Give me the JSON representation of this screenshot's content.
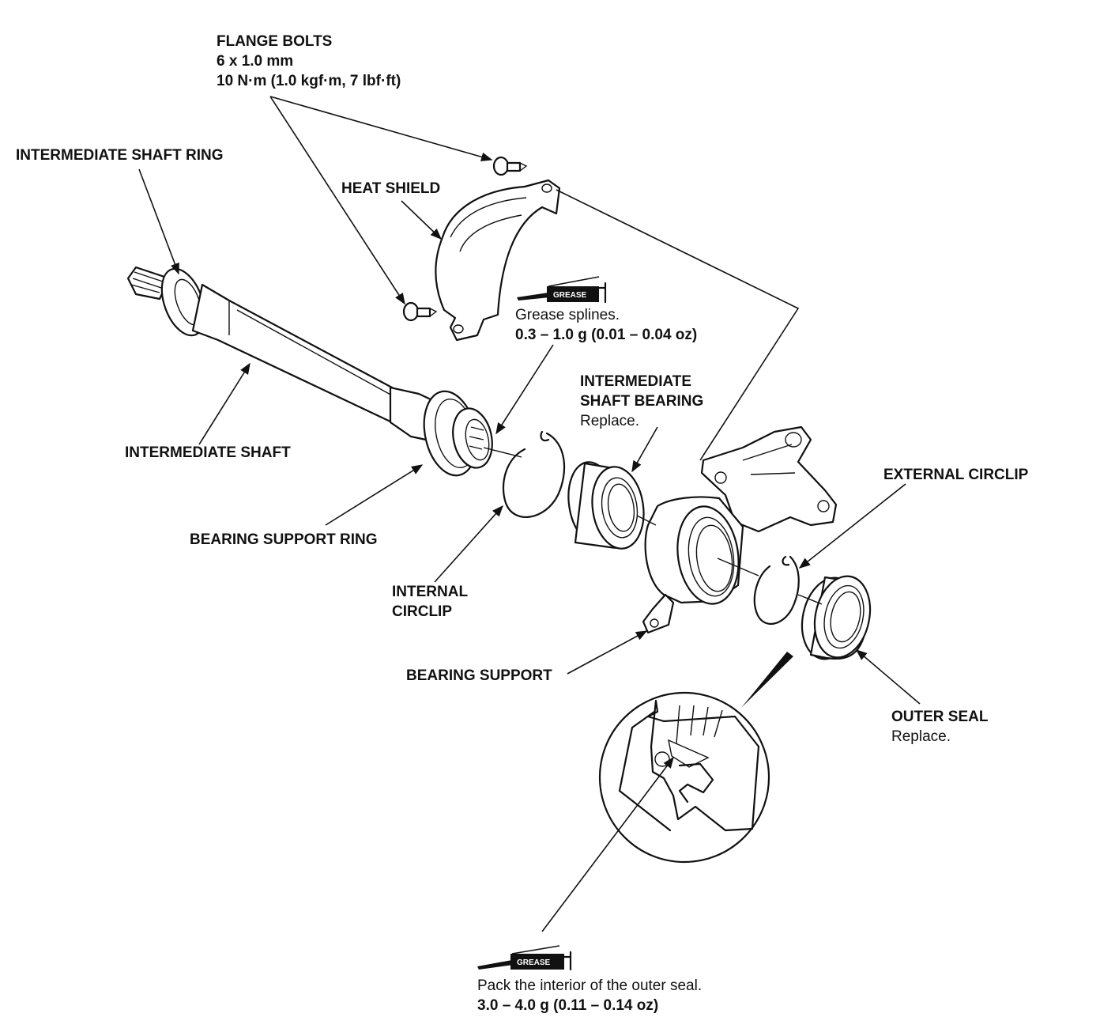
{
  "labels": {
    "flange_bolts": {
      "title": "FLANGE BOLTS",
      "size": "6 x 1.0 mm",
      "torque": "10 N·m (1.0 kgf·m, 7 lbf·ft)"
    },
    "intermediate_shaft_ring": "INTERMEDIATE SHAFT RING",
    "heat_shield": "HEAT SHIELD",
    "grease_splines": {
      "note": "Grease splines.",
      "amount": "0.3 – 1.0 g (0.01 – 0.04 oz)"
    },
    "intermediate_shaft_bearing": {
      "line1": "INTERMEDIATE",
      "line2": "SHAFT BEARING",
      "note": "Replace."
    },
    "intermediate_shaft": "INTERMEDIATE SHAFT",
    "external_circlip": "EXTERNAL CIRCLIP",
    "bearing_support_ring": "BEARING SUPPORT RING",
    "internal_circlip": {
      "line1": "INTERNAL",
      "line2": "CIRCLIP"
    },
    "bearing_support": "BEARING SUPPORT",
    "outer_seal": {
      "title": "OUTER SEAL",
      "note": "Replace."
    },
    "pack_outer_seal": {
      "note": "Pack the interior of the outer seal.",
      "amount": "3.0 – 4.0 g (0.11 – 0.14 oz)"
    }
  },
  "icons": {
    "grease_gun": "grease-gun-icon",
    "grease_tag": "GREASE"
  },
  "colors": {
    "ink": "#111111",
    "paper": "#ffffff"
  }
}
